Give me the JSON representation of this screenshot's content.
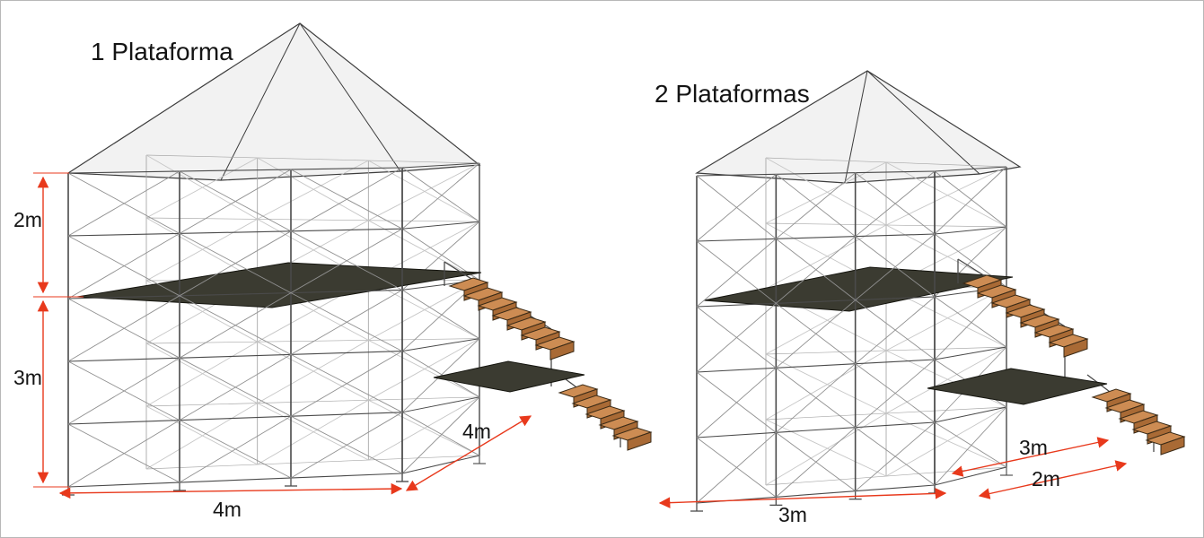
{
  "figure": {
    "description": "Scaffolding stage tower diagrams with tent roof, platforms and wooden access stairs",
    "background": "#ffffff",
    "line_color": "#4a4a4a",
    "dimension_color": "#e8391c",
    "platform_color": "#3b3b31",
    "wood_color": "#cd8c53",
    "wood_riser_color": "#a96a35",
    "roof_color": "#f2f2f2"
  },
  "left_diagram": {
    "title": "1 Plataforma",
    "dim_upper_height": "2m",
    "dim_lower_height": "3m",
    "dim_width": "4m",
    "dim_depth": "4m"
  },
  "right_diagram": {
    "title": "2 Plataformas",
    "dim_depth": "3m",
    "dim_stair_depth": "2m",
    "dim_width": "3m"
  }
}
